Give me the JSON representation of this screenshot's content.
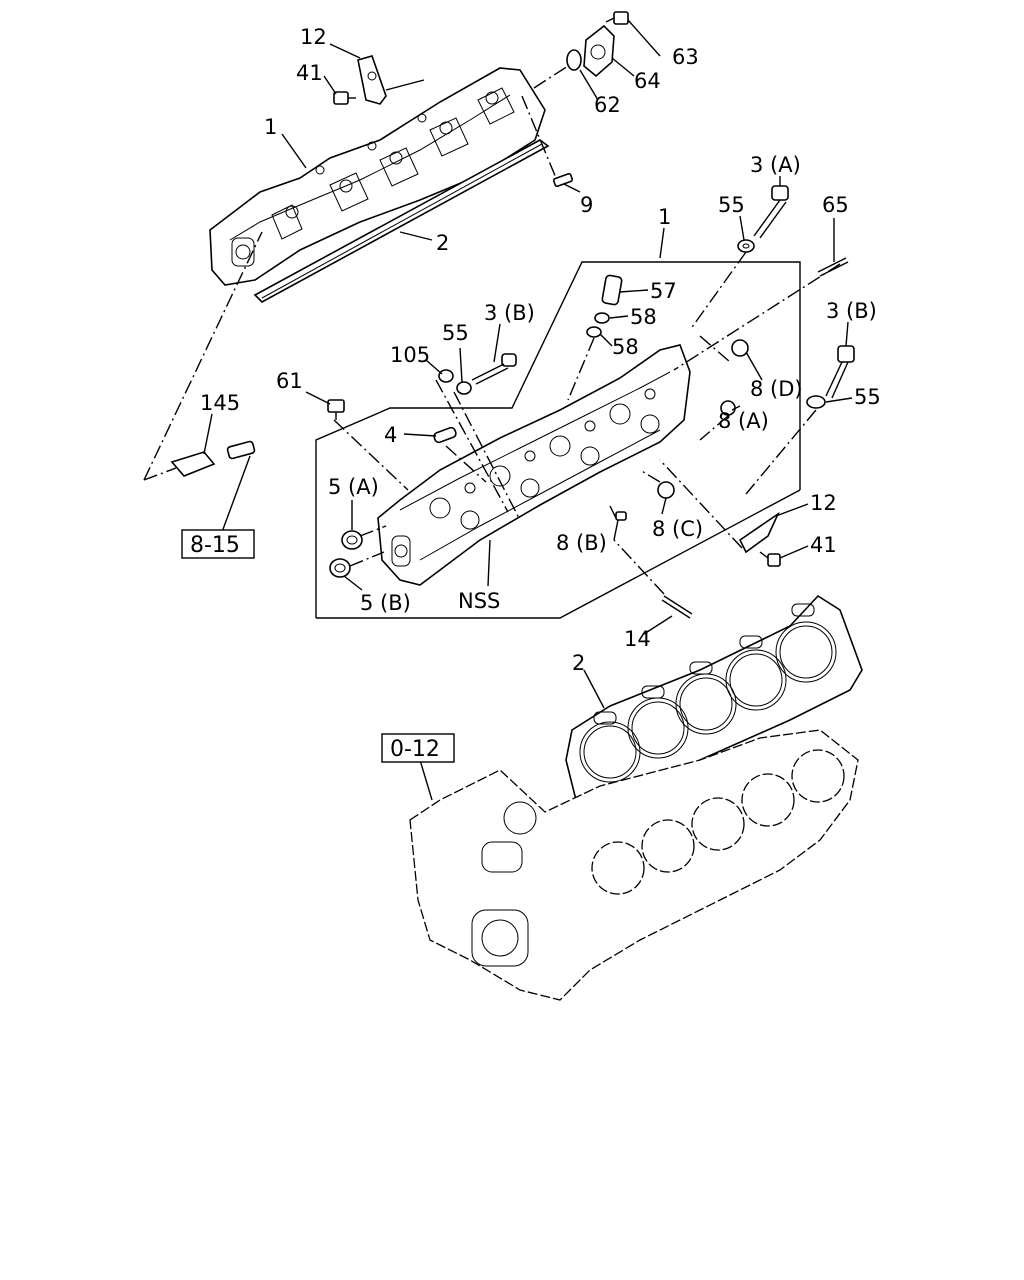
{
  "labels": {
    "head_upper": "1",
    "head_right": "1",
    "gasket_upper": "2",
    "gasket_lower": "2",
    "bracket_12_upper": "12",
    "bolt_41_upper": "41",
    "bolt_63": "63",
    "cover_64": "64",
    "oring_62": "62",
    "plug_9": "9",
    "bolt_3a": "3 (A)",
    "washer_55_a": "55",
    "stud_65": "65",
    "fitting_57": "57",
    "oring_58_a": "58",
    "oring_58_b": "58",
    "bolt_3b_center": "3 (B)",
    "washer_55_b": "55",
    "part_105": "105",
    "part_61": "61",
    "bolt_3b_right": "3 (B)",
    "washer_55_c": "55",
    "plug_8d": "8 (D)",
    "plug_8a": "8 (A)",
    "bracket_145": "145",
    "pin_4": "4",
    "plug_5a": "5 (A)",
    "plug_5b": "5 (B)",
    "nss": "NSS",
    "plug_8b": "8 (B)",
    "plug_8c": "8 (C)",
    "bracket_12_lower": "12",
    "bolt_41_lower": "41",
    "stud_14": "14"
  },
  "refs": {
    "ref_8_15": "8-15",
    "ref_0_12": "0-12"
  }
}
